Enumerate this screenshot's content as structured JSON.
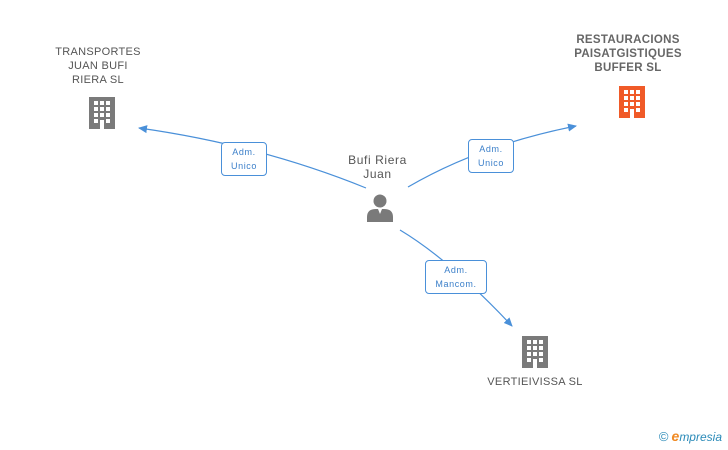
{
  "colors": {
    "edge": "#4a90d9",
    "building": "#7a7a7a",
    "building_main": "#f05a28",
    "person": "#7a7a7a"
  },
  "nodes": {
    "transportes": {
      "label": "TRANSPORTES\nJUAN BUFI\nRIERA SL",
      "icon": "building-icon"
    },
    "restauracions": {
      "label": "RESTAURACIONS\nPAISATGISTIQUES\nBUFFER SL",
      "icon": "building-icon"
    },
    "vertieivissa": {
      "label": "VERTIEIVISSA SL",
      "icon": "building-icon"
    },
    "person": {
      "label": "Bufi Riera\nJuan",
      "icon": "person-icon"
    }
  },
  "edges": [
    {
      "label": "Adm.\nUnico"
    },
    {
      "label": "Adm.\nUnico"
    },
    {
      "label": "Adm.\nMancom."
    }
  ],
  "watermark": {
    "copyright": "©",
    "brand_initial": "e",
    "brand_rest": "mpresia"
  }
}
